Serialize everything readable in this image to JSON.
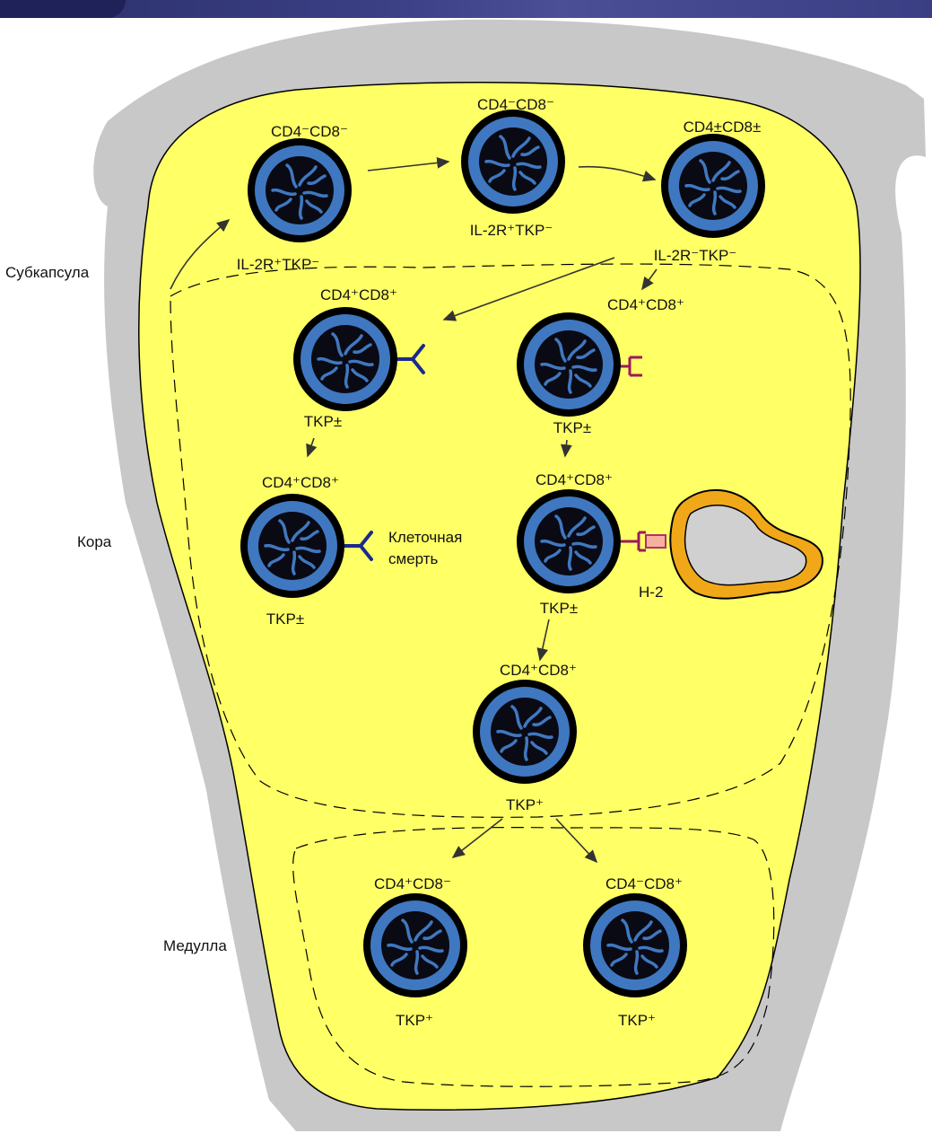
{
  "zones": {
    "subcapsule": "Субкапсула",
    "cortex": "Кора",
    "medulla": "Медулла"
  },
  "cells": [
    {
      "top_label": "CD4⁻CD8⁻",
      "bottom_label": "IL-2R⁺TKP⁻"
    },
    {
      "top_label": "CD4⁻CD8⁻",
      "bottom_label": "IL-2R⁺TKP⁻"
    },
    {
      "top_label": "CD4±CD8±",
      "bottom_label": "IL-2R⁻TKP⁻"
    },
    {
      "top_label": "CD4⁺CD8⁺",
      "bottom_label": "TKP±"
    },
    {
      "top_label": "CD4⁺CD8⁺",
      "bottom_label": "TKP±"
    },
    {
      "top_label": "CD4⁺CD8⁺",
      "bottom_label": "TKP±"
    },
    {
      "top_label": "CD4⁺CD8⁺",
      "bottom_label": "TKP±"
    },
    {
      "top_label": "CD4⁺CD8⁺",
      "bottom_label": "TKP⁺"
    },
    {
      "top_label": "CD4⁺CD8⁻",
      "bottom_label": "TKP⁺"
    },
    {
      "top_label": "CD4⁻CD8⁺",
      "bottom_label": "TKP⁺"
    }
  ],
  "annotations": {
    "cell_death_line1": "Клеточная",
    "cell_death_line2": "смерть",
    "mhc_label": "H-2"
  },
  "colors": {
    "capsule": "#c8c8c8",
    "parenchyma": "#ffff66",
    "cell_ring": "#3f78c0",
    "cell_dark": "#000000",
    "receptor_blue": "#1a2a8c",
    "receptor_magenta": "#9b1a5a",
    "epithelial_orange": "#f0a818"
  }
}
